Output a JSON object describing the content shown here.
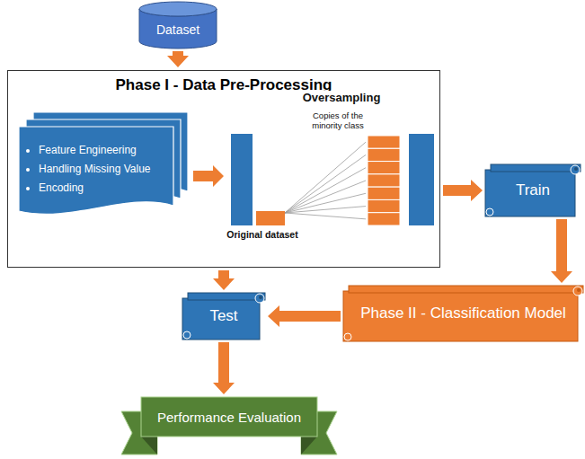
{
  "diagram": {
    "nodes": [
      {
        "text": [
          "Dataset"
        ]
      },
      {
        "text": [
          "Phase I - Data Pre-Processing"
        ]
      },
      {
        "text": [
          "Feature Engineering",
          "Handling Missing Value",
          "Encoding"
        ],
        "in": 1
      },
      {
        "text": [
          "Train"
        ]
      },
      {
        "text": [
          "Phase II - Classification Model"
        ]
      },
      {
        "text": [
          "Test"
        ]
      },
      {
        "text": [
          "Performance Evaluation"
        ]
      }
    ],
    "edges": [
      {
        "from": 0,
        "to": 1,
        "arrow": "to"
      },
      {
        "from": 1,
        "to": 3,
        "arrow": "to"
      },
      {
        "from": 3,
        "to": 4,
        "arrow": "to"
      },
      {
        "from": 1,
        "to": 5,
        "arrow": "to"
      },
      {
        "from": 4,
        "to": 5,
        "arrow": "to"
      },
      {
        "from": 5,
        "to": 6,
        "arrow": "to"
      }
    ],
    "labels": [
      "Oversampling",
      "Copies of the minority class",
      "Original dataset"
    ]
  }
}
